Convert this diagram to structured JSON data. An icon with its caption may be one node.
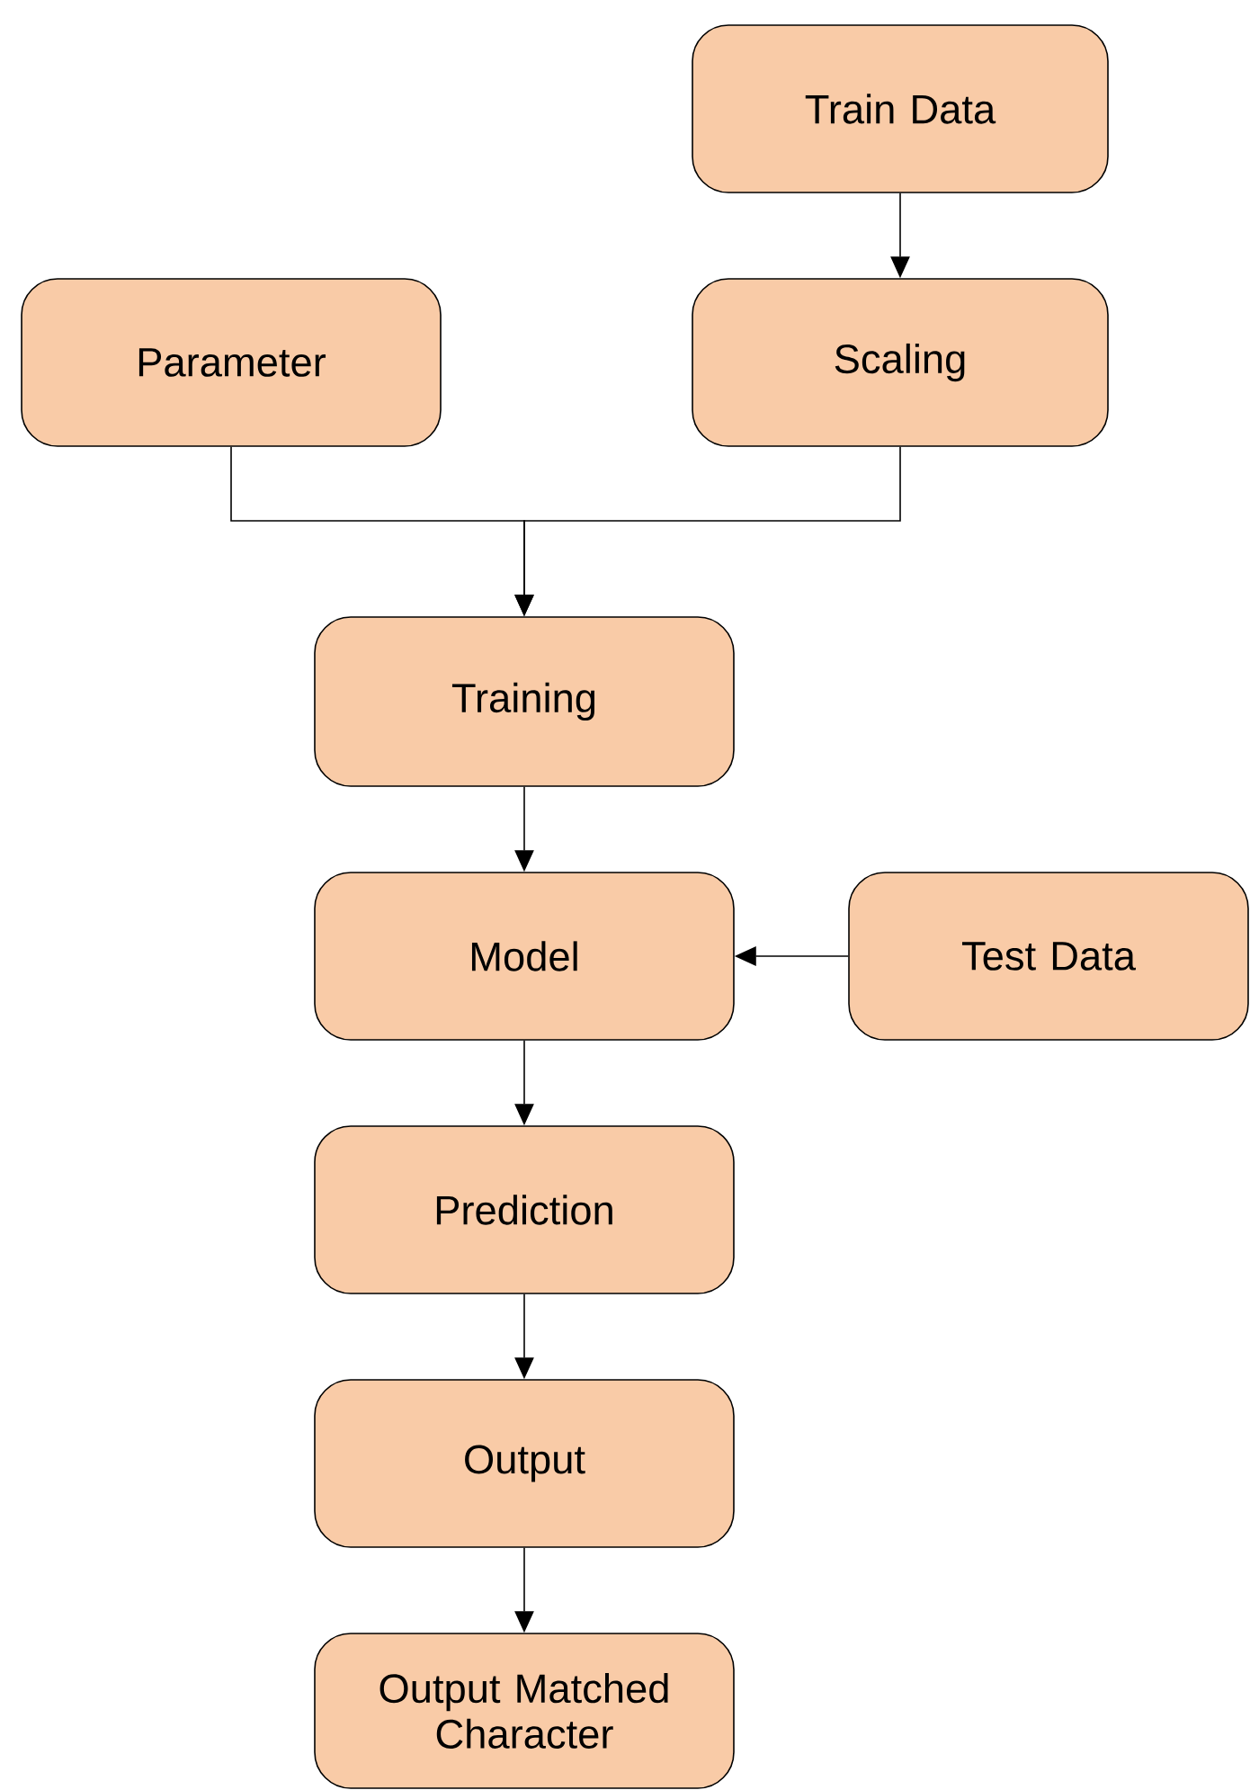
{
  "diagram": {
    "nodes": [
      {
        "text": [
          "Train Data"
        ]
      },
      {
        "text": [
          "Parameter"
        ]
      },
      {
        "text": [
          "Scaling"
        ]
      },
      {
        "text": [
          "Training"
        ]
      },
      {
        "text": [
          "Model"
        ]
      },
      {
        "text": [
          "Test Data"
        ]
      },
      {
        "text": [
          "Prediction"
        ]
      },
      {
        "text": [
          "Output"
        ]
      },
      {
        "text": [
          "Output Matched Character"
        ]
      }
    ],
    "edges": [
      {
        "from": 0,
        "to": 2,
        "arrow": "to"
      },
      {
        "from": 1,
        "to": 3,
        "arrow": "to"
      },
      {
        "from": 2,
        "to": 3,
        "arrow": "to"
      },
      {
        "from": 3,
        "to": 4,
        "arrow": "to"
      },
      {
        "from": 5,
        "to": 4,
        "arrow": "to"
      },
      {
        "from": 4,
        "to": 6,
        "arrow": "to"
      },
      {
        "from": 6,
        "to": 7,
        "arrow": "to"
      },
      {
        "from": 7,
        "to": 8,
        "arrow": "to"
      }
    ]
  }
}
